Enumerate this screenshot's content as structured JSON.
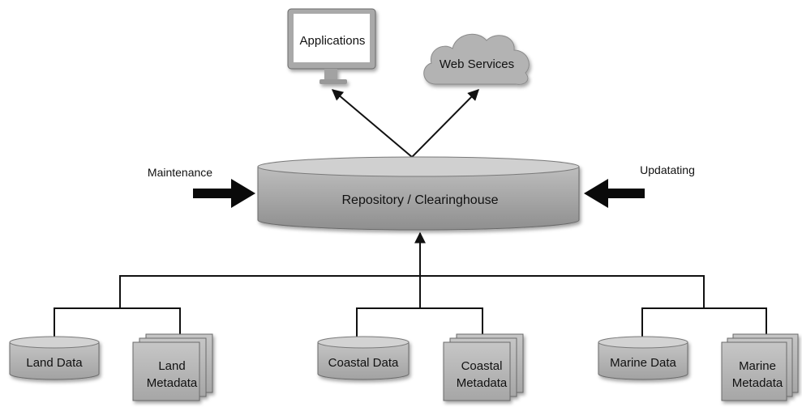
{
  "outputs": {
    "applications": "Applications",
    "web_services": "Web Services"
  },
  "repository": "Repository / Clearinghouse",
  "inputs": {
    "maintenance": "Maintenance",
    "updating": "Updatating"
  },
  "sources": {
    "land_data": "Land Data",
    "land_metadata_line1": "Land",
    "land_metadata_line2": "Metadata",
    "coastal_data": "Coastal Data",
    "coastal_metadata_line1": "Coastal",
    "coastal_metadata_line2": "Metadata",
    "marine_data": "Marine Data",
    "marine_metadata_line1": "Marine",
    "marine_metadata_line2": "Metadata"
  },
  "colors": {
    "line": "#111111",
    "shape_fill": "#b5b5b5",
    "shape_top": "#d3d3d3",
    "shape_stroke": "#6a6a6a"
  }
}
